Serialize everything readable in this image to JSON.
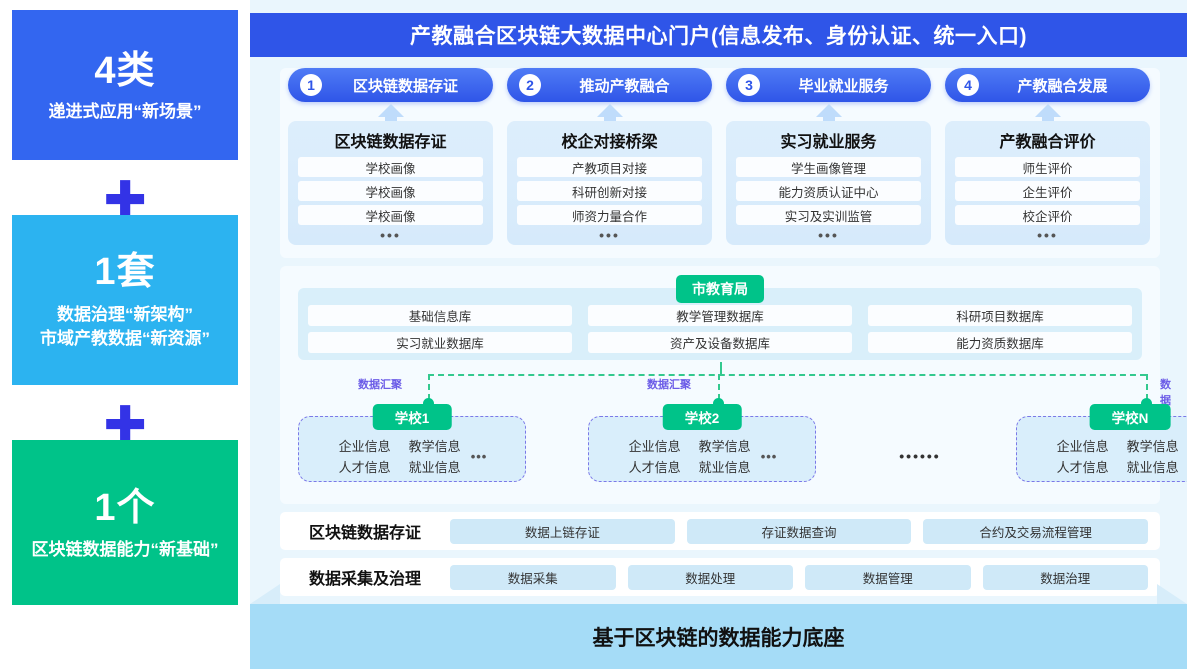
{
  "left_rail": {
    "blocks": [
      {
        "count": "4类",
        "desc": "递进式应用“新场景”",
        "color": "#3366f0"
      },
      {
        "count": "1套",
        "desc_line1": "数据治理“新架构”",
        "desc_line2": "市域产教数据“新资源”",
        "color": "#2cb3f0"
      },
      {
        "count": "1个",
        "desc": "区块链数据能力“新基础”",
        "color": "#00c389"
      }
    ],
    "plus_symbol": "✚"
  },
  "portal": {
    "title": "产教融合区块链大数据中心门户(信息发布、身份认证、统一入口)",
    "color": "#2f55e8"
  },
  "scenarios": [
    {
      "number": "1",
      "header": "区块链数据存证",
      "title": "区块链数据存证",
      "items": [
        "学校画像",
        "学校画像",
        "学校画像"
      ],
      "more": "•••"
    },
    {
      "number": "2",
      "header": "推动产教融合",
      "title": "校企对接桥梁",
      "items": [
        "产教项目对接",
        "科研创新对接",
        "师资力量合作"
      ],
      "more": "•••"
    },
    {
      "number": "3",
      "header": "毕业就业服务",
      "title": "实习就业服务",
      "items": [
        "学生画像管理",
        "能力资质认证中心",
        "实习及实训监管"
      ],
      "more": "•••"
    },
    {
      "number": "4",
      "header": "产教融合发展",
      "title": "产教融合评价",
      "items": [
        "师生评价",
        "企生评价",
        "校企评价"
      ],
      "more": "•••"
    }
  ],
  "governance": {
    "bureau_tag": "市教育局",
    "bureau_color": "#00c389",
    "databases": [
      "基础信息库",
      "教学管理数据库",
      "科研项目数据库",
      "实习就业数据库",
      "资产及设备数据库",
      "能力资质数据库"
    ],
    "aggregation_labels": [
      "数据汇聚",
      "数据汇聚",
      "数据汇聚"
    ],
    "aggregation_label_color": "#6b5ce7",
    "schools": [
      {
        "tag": "学校1",
        "fields": [
          "企业信息",
          "教学信息",
          "人才信息",
          "就业信息"
        ],
        "more": "•••"
      },
      {
        "tag": "学校2",
        "fields": [
          "企业信息",
          "教学信息",
          "人才信息",
          "就业信息"
        ],
        "more": "•••"
      },
      {
        "tag": "学校N",
        "fields": [
          "企业信息",
          "教学信息",
          "人才信息",
          "就业信息"
        ],
        "more": "•••"
      }
    ],
    "schools_ellipsis": "••••••"
  },
  "capabilities": [
    {
      "label": "区块链数据存证",
      "items": [
        "数据上链存证",
        "存证数据查询",
        "合约及交易流程管理"
      ]
    },
    {
      "label": "数据采集及治理",
      "items": [
        "数据采集",
        "数据处理",
        "数据管理",
        "数据治理"
      ]
    }
  ],
  "base": {
    "title": "基于区块链的数据能力底座",
    "color": "#a5dcf7"
  }
}
